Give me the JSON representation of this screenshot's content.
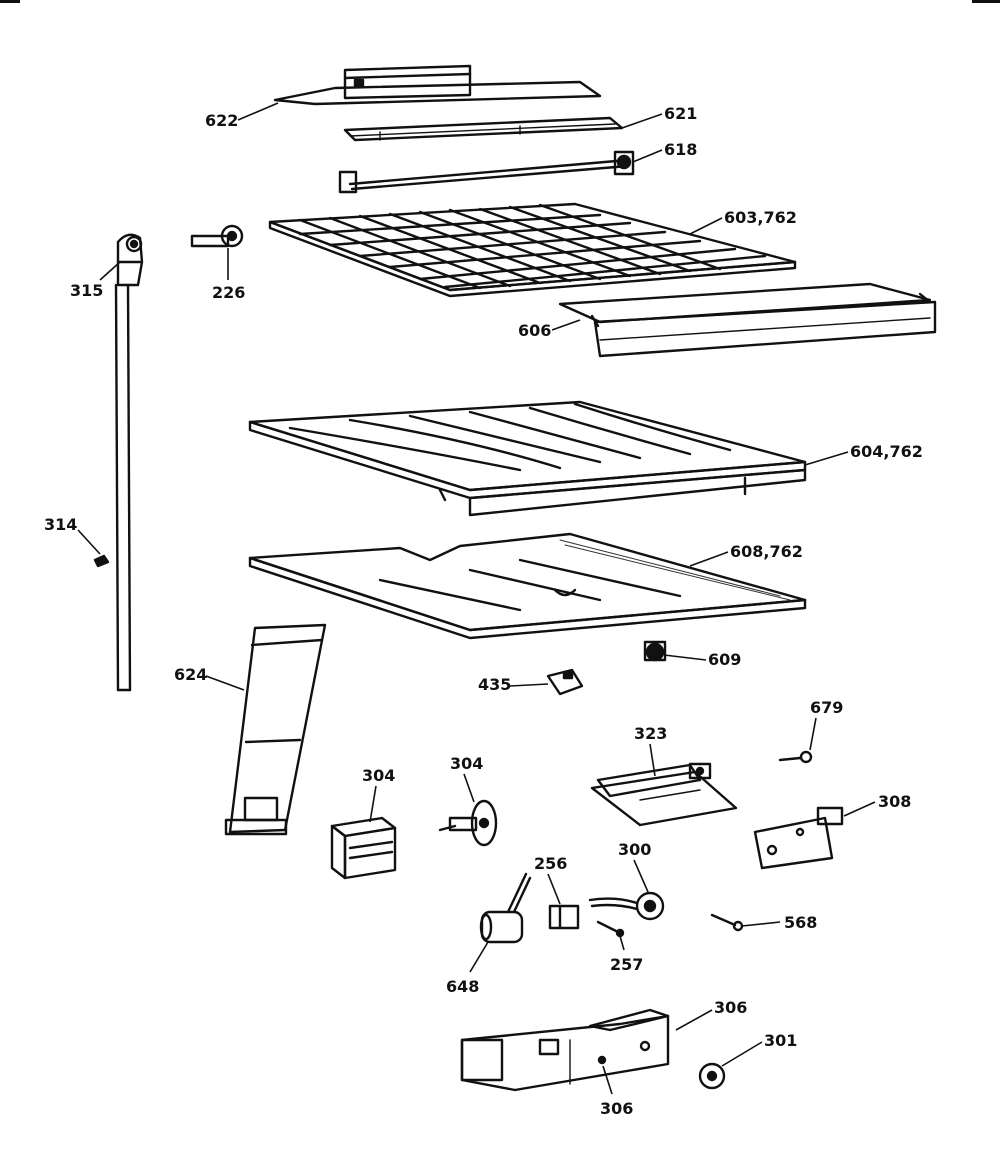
{
  "diagram": {
    "callouts": [
      {
        "id": "c622",
        "label": "622"
      },
      {
        "id": "c621",
        "label": "621"
      },
      {
        "id": "c618",
        "label": "618"
      },
      {
        "id": "c603",
        "label": "603,762"
      },
      {
        "id": "c315",
        "label": "315"
      },
      {
        "id": "c226",
        "label": "226"
      },
      {
        "id": "c606",
        "label": "606"
      },
      {
        "id": "c604",
        "label": "604,762"
      },
      {
        "id": "c314",
        "label": "314"
      },
      {
        "id": "c608",
        "label": "608,762"
      },
      {
        "id": "c609",
        "label": "609"
      },
      {
        "id": "c624",
        "label": "624"
      },
      {
        "id": "c435",
        "label": "435"
      },
      {
        "id": "c679",
        "label": "679"
      },
      {
        "id": "c323",
        "label": "323"
      },
      {
        "id": "c304a",
        "label": "304"
      },
      {
        "id": "c304b",
        "label": "304"
      },
      {
        "id": "c308",
        "label": "308"
      },
      {
        "id": "c256",
        "label": "256"
      },
      {
        "id": "c300",
        "label": "300"
      },
      {
        "id": "c568",
        "label": "568"
      },
      {
        "id": "c257",
        "label": "257"
      },
      {
        "id": "c648",
        "label": "648"
      },
      {
        "id": "c306a",
        "label": "306"
      },
      {
        "id": "c301",
        "label": "301"
      },
      {
        "id": "c306b",
        "label": "306"
      }
    ]
  }
}
